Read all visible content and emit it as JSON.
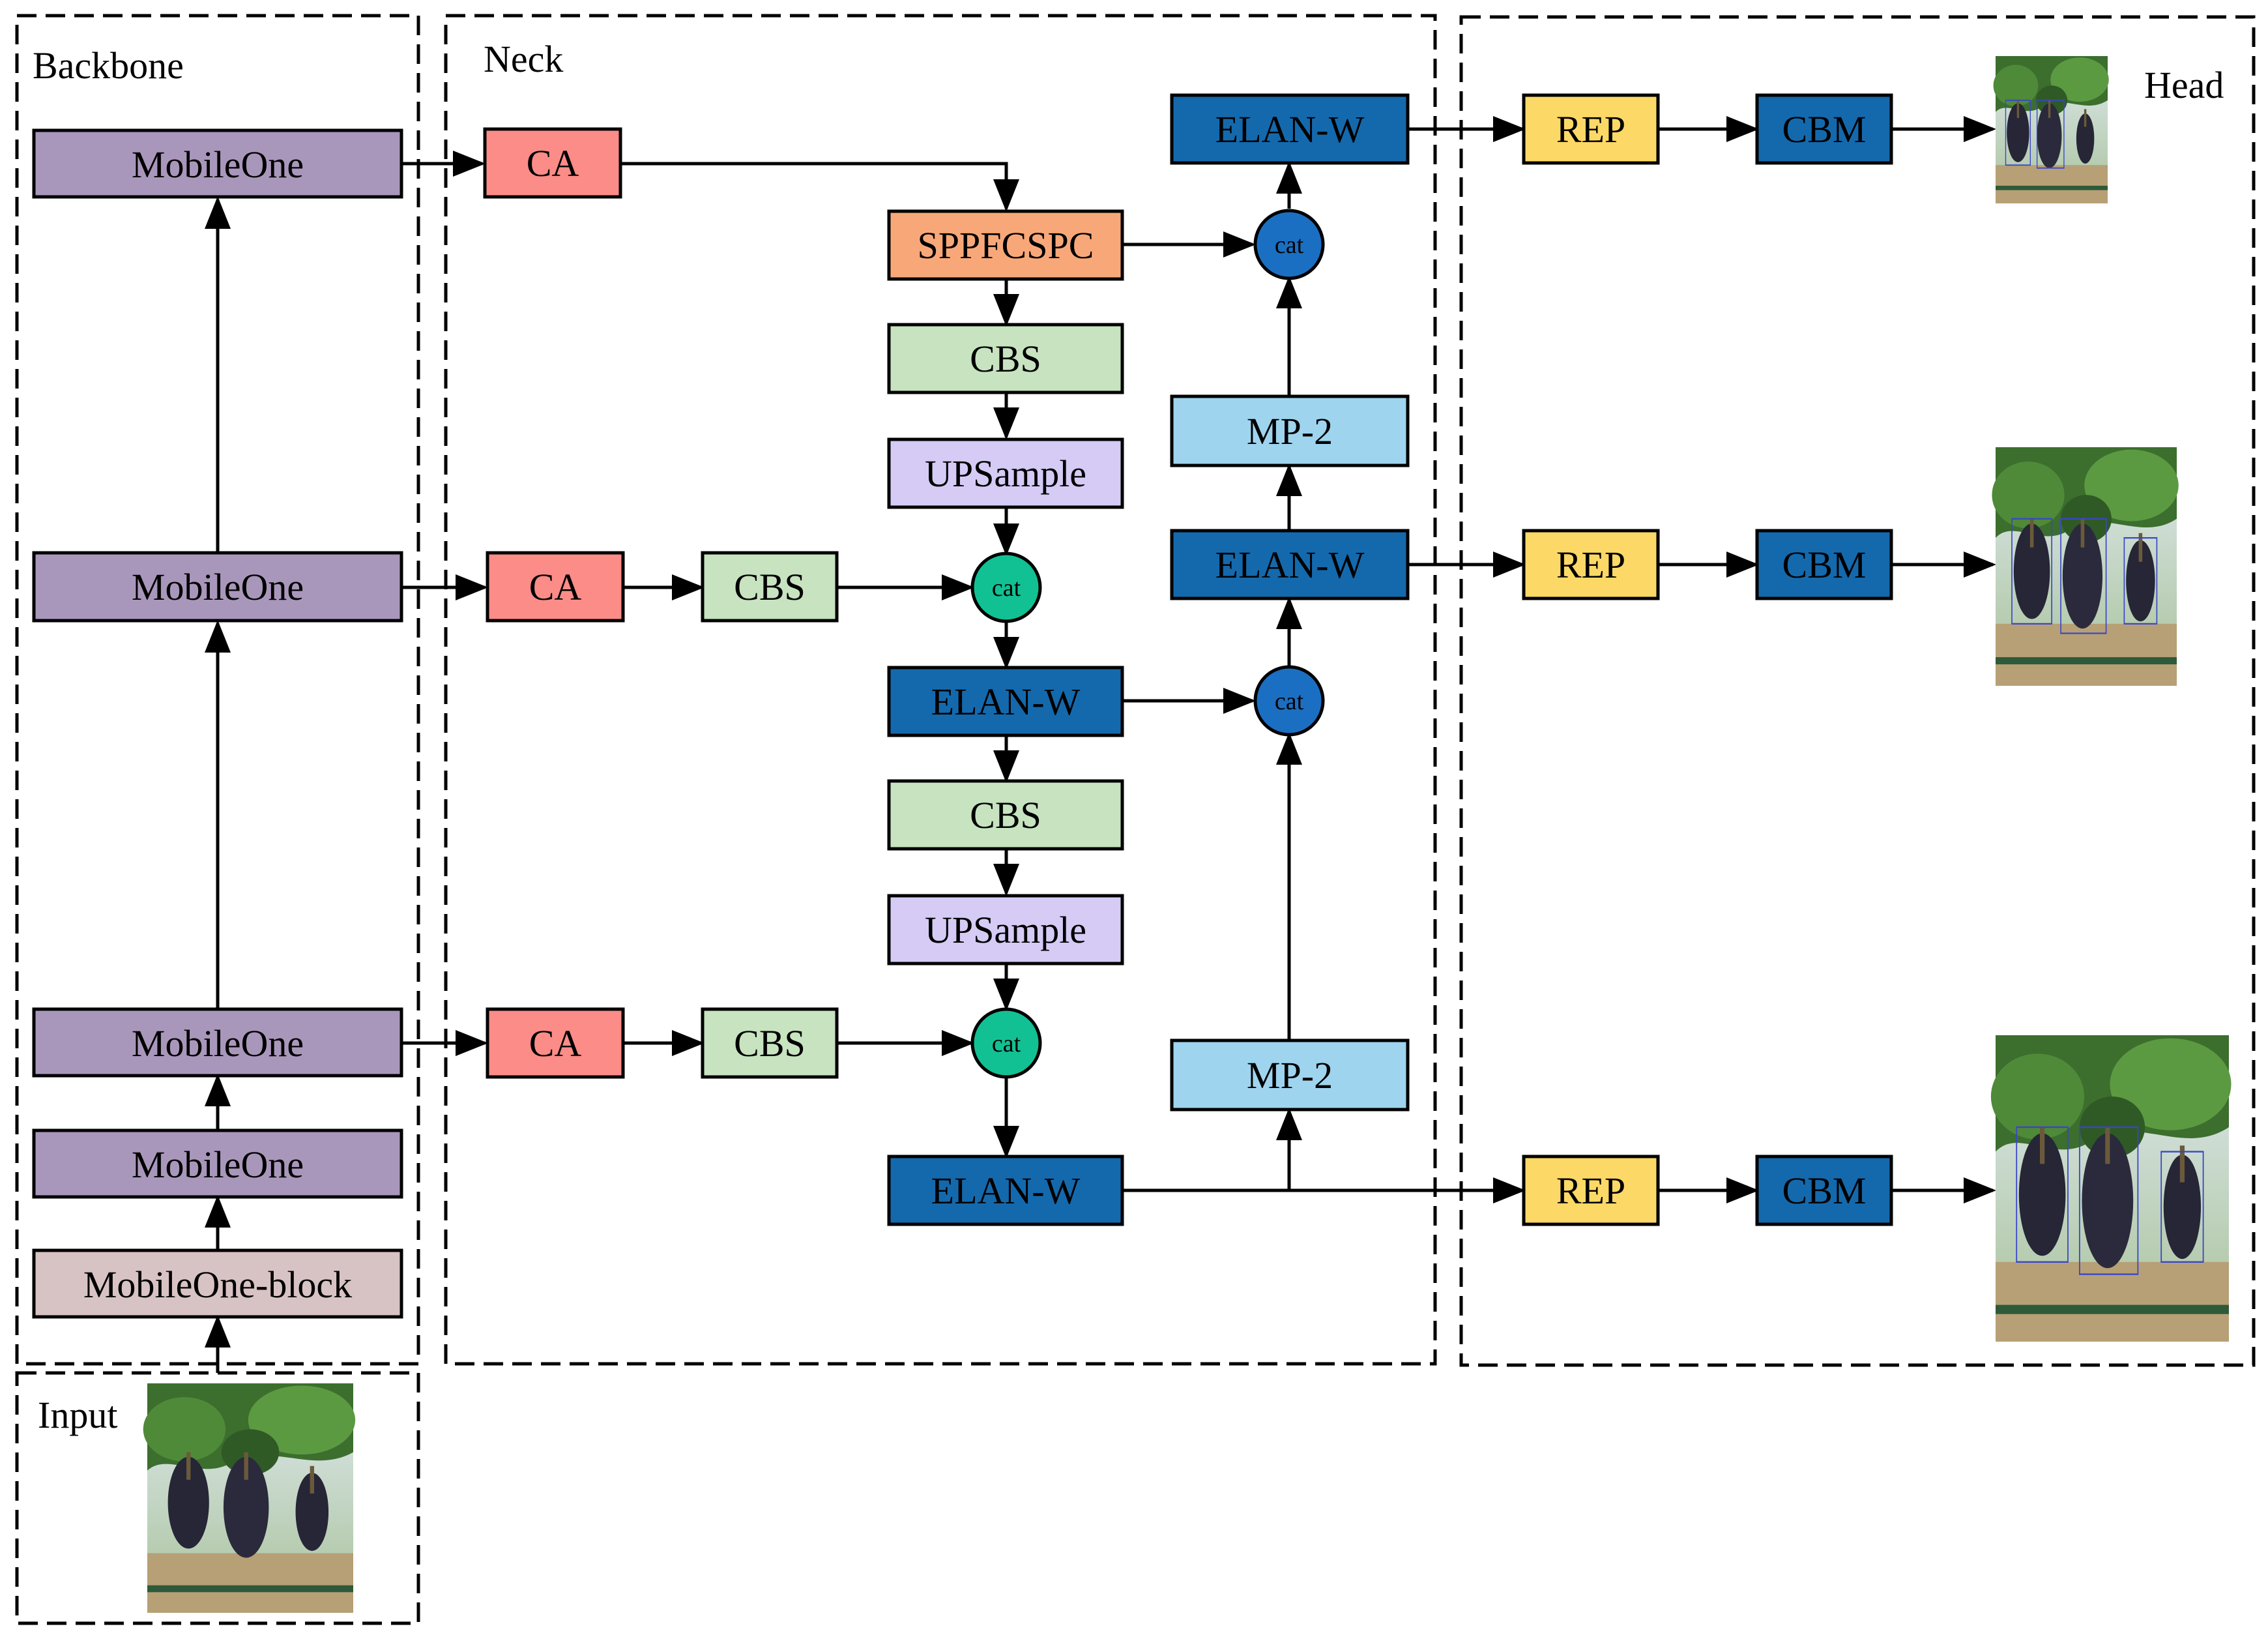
{
  "sections": {
    "backbone": "Backbone",
    "neck": "Neck",
    "head": "Head",
    "input": "Input"
  },
  "blocks": {
    "mobileone": "MobileOne",
    "mobileone_block": "MobileOne-block",
    "ca": "CA",
    "cbs": "CBS",
    "sppfcspc": "SPPFCSPC",
    "upsample": "UPSample",
    "elan_w": "ELAN-W",
    "mp2": "MP-2",
    "rep": "REP",
    "cbm": "CBM",
    "cat": "cat"
  },
  "colors": {
    "mobileone": "#a997bb",
    "mobileone_block": "#d8c3c4",
    "ca": "#fb8c87",
    "cbs": "#c7e3c0",
    "sppfcspc": "#f8a878",
    "upsample": "#d5cbf5",
    "elan_w": "#1469ad",
    "mp2": "#9fd4ee",
    "rep": "#fcd966",
    "cbm": "#1469ad",
    "cat_green": "#12c193",
    "cat_blue": "#1b6fc2",
    "photo_foliage": "#3c6e2e",
    "photo_grapes": "#262637",
    "photo_ground": "#b7a075"
  }
}
